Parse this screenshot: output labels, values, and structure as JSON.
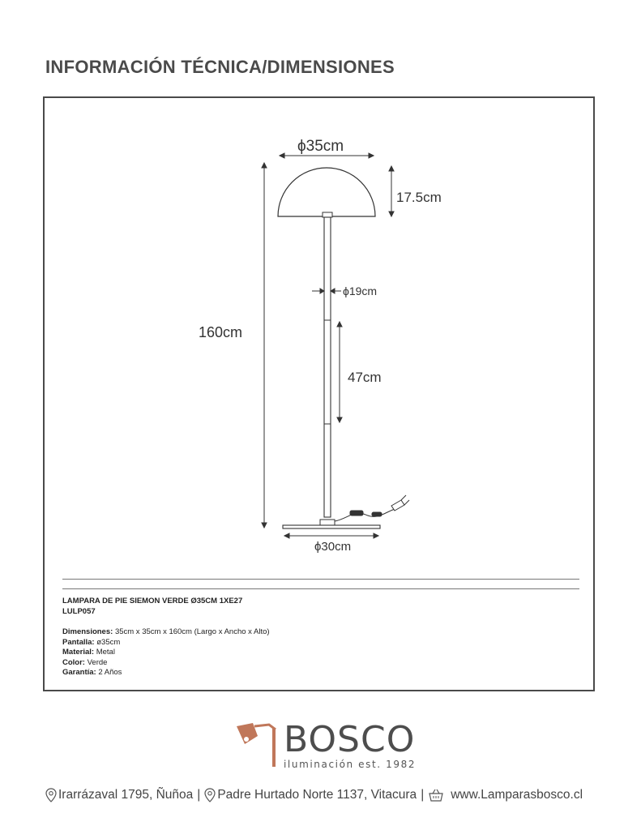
{
  "title": "INFORMACIÓN TÉCNICA/DIMENSIONES",
  "dimensions": {
    "shade_diameter": "ϕ35cm",
    "shade_height": "17.5cm",
    "total_height": "160cm",
    "pole_diameter": "ϕ19cm",
    "pole_segment": "47cm",
    "base_diameter": "ϕ30cm"
  },
  "product": {
    "name": "LAMPARA DE PIE SIEMON VERDE Ø35CM 1XE27",
    "code": "LULP057",
    "specs": [
      {
        "label": "Dimensiones:",
        "value": "35cm x 35cm x 160cm (Largo x Ancho x Alto)"
      },
      {
        "label": "Pantalla:",
        "value": "ø35cm"
      },
      {
        "label": "Material:",
        "value": "Metal"
      },
      {
        "label": "Color:",
        "value": "Verde"
      },
      {
        "label": "Garantía:",
        "value": "2 Años"
      }
    ]
  },
  "brand": {
    "name": "BOSCO",
    "tagline": "iluminación est. 1982",
    "accent_color": "#c0775a"
  },
  "footer": {
    "address_1": "Irarrázaval 1795, Ñuñoa",
    "address_2": "Padre Hurtado Norte 1137, Vitacura",
    "website": "www.Lamparasbosco.cl",
    "separator": "|",
    "icons": [
      "location-pin-icon",
      "location-pin-icon",
      "shopping-basket-icon"
    ]
  }
}
